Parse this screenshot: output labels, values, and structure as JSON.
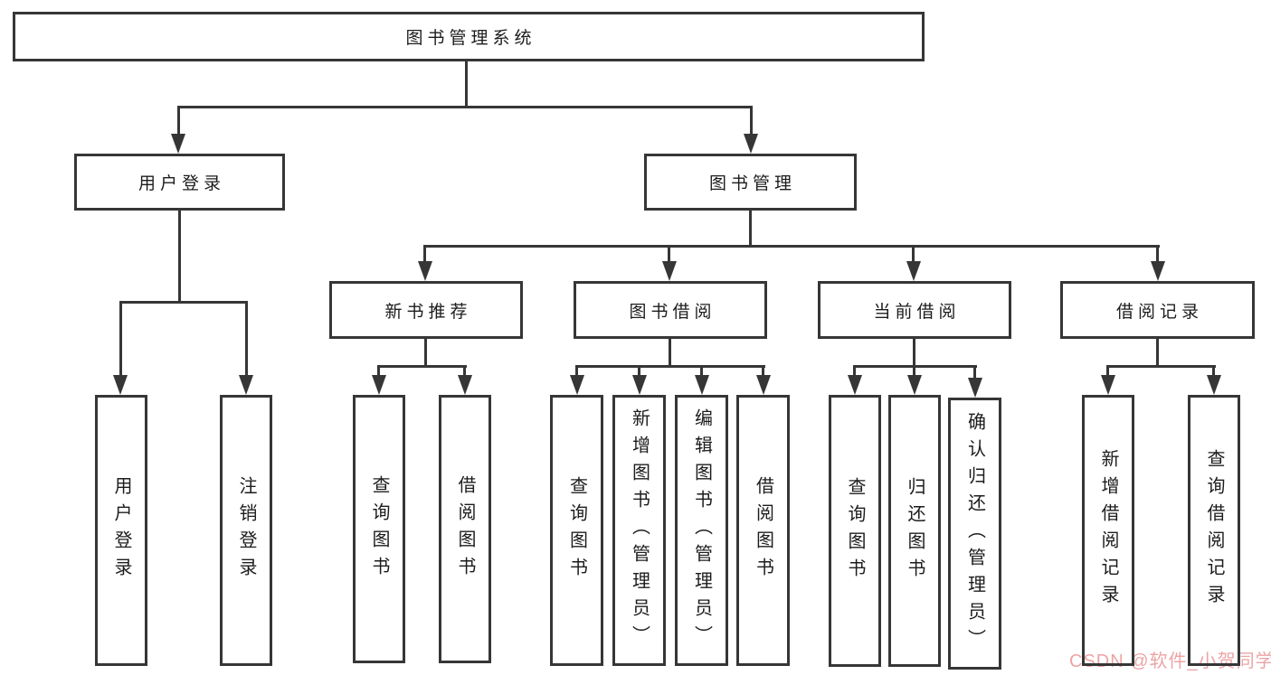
{
  "tree": {
    "root": {
      "label": "图书管理系统"
    },
    "level2": [
      {
        "label": "用户登录"
      },
      {
        "label": "图书管理"
      }
    ],
    "level3": [
      {
        "label": "新书推荐",
        "parent": "图书管理"
      },
      {
        "label": "图书借阅",
        "parent": "图书管理"
      },
      {
        "label": "当前借阅",
        "parent": "图书管理"
      },
      {
        "label": "借阅记录",
        "parent": "图书管理"
      }
    ],
    "leaves": [
      {
        "label": "用户登录",
        "parent": "用户登录"
      },
      {
        "label": "注销登录",
        "parent": "用户登录"
      },
      {
        "label": "查询图书",
        "parent": "新书推荐"
      },
      {
        "label": "借阅图书",
        "parent": "新书推荐"
      },
      {
        "label": "查询图书",
        "parent": "图书借阅"
      },
      {
        "label": "新增图书（管理员）",
        "parent": "图书借阅"
      },
      {
        "label": "编辑图书（管理员）",
        "parent": "图书借阅"
      },
      {
        "label": "借阅图书",
        "parent": "图书借阅"
      },
      {
        "label": "查询图书",
        "parent": "当前借阅"
      },
      {
        "label": "归还图书",
        "parent": "当前借阅"
      },
      {
        "label": "确认归还（管理员）",
        "parent": "当前借阅"
      },
      {
        "label": "新增借阅记录",
        "parent": "借阅记录"
      },
      {
        "label": "查询借阅记录",
        "parent": "借阅记录"
      }
    ]
  },
  "watermark": {
    "text": "CSDN @软件_小贺同学"
  },
  "colors": {
    "line": "#363636",
    "text": "#1c1c1c",
    "watermark": "#eda4a6",
    "background": "#ffffff"
  }
}
